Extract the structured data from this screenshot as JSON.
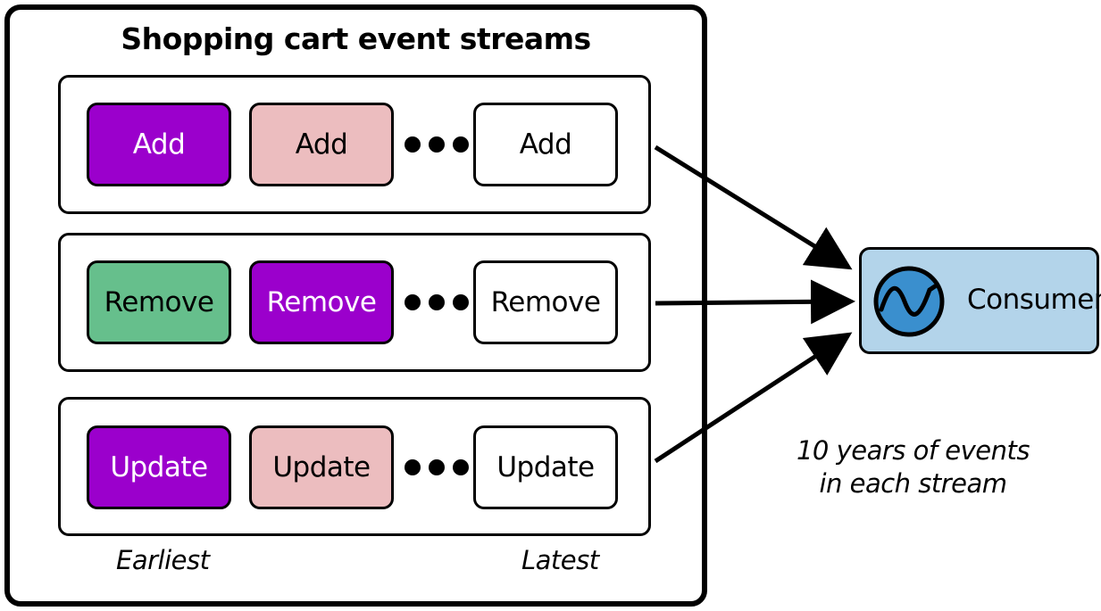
{
  "title": "Shopping cart event streams",
  "streams": [
    {
      "events": [
        "Add",
        "Add",
        "Add"
      ],
      "colors": [
        "#9b00cc",
        "#ecbdbf",
        "#ffffff"
      ],
      "text_colors": [
        "#ffffff",
        "#000000",
        "#000000"
      ]
    },
    {
      "events": [
        "Remove",
        "Remove",
        "Remove"
      ],
      "colors": [
        "#66bf8c",
        "#9b00cc",
        "#ffffff"
      ],
      "text_colors": [
        "#000000",
        "#ffffff",
        "#000000"
      ]
    },
    {
      "events": [
        "Update",
        "Update",
        "Update"
      ],
      "colors": [
        "#9b00cc",
        "#ecbdbf",
        "#ffffff"
      ],
      "text_colors": [
        "#ffffff",
        "#000000",
        "#000000"
      ]
    }
  ],
  "labels": {
    "earliest": "Earliest",
    "latest": "Latest"
  },
  "consumer": {
    "label": "Consumer",
    "icon": "wave-icon",
    "fill": "#b3d4ea",
    "icon_color": "#3a8fce"
  },
  "note": {
    "line1": "10 years of events",
    "line2": "in each stream"
  }
}
